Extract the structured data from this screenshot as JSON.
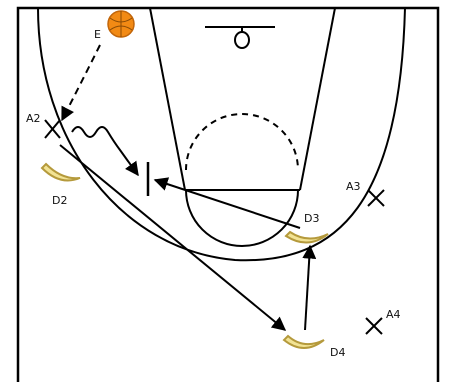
{
  "labels": {
    "coach": "E",
    "a2": "A2",
    "d2": "D2",
    "d3": "D3",
    "a3": "A3",
    "a4": "A4",
    "d4": "D4"
  },
  "colors": {
    "line": "#000000",
    "ball": "#f28a14",
    "defender": "#f2e394",
    "defender_outline": "#b59a3c"
  },
  "icons": {
    "ball": "basketball-icon",
    "attacker": "x-marker-icon",
    "defender": "crescent-marker-icon"
  }
}
